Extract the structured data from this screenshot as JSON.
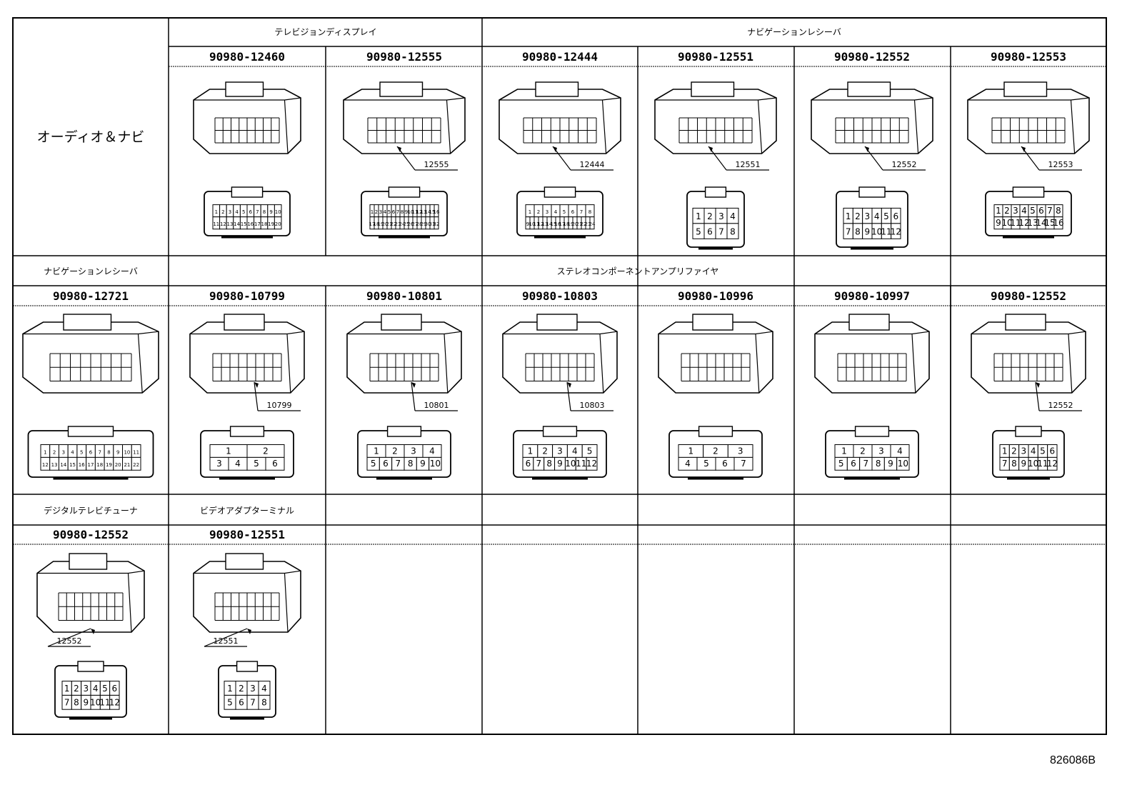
{
  "title_cell": "オーディオ＆ナビ",
  "row1": {
    "group_tv": "テレビジョンディスプレイ",
    "group_nav": "ナビゲーションレシーバ",
    "parts": [
      "90980-12460",
      "90980-12555",
      "90980-12444",
      "90980-12551",
      "90980-12552",
      "90980-12553"
    ],
    "callouts": [
      "",
      "12555",
      "12444",
      "12551",
      "12552",
      "12553"
    ]
  },
  "row2": {
    "group_nav": "ナビゲーションレシーバ",
    "group_amp": "ステレオコンポーネントアンプリファイヤ",
    "parts": [
      "90980-12721",
      "90980-10799",
      "90980-10801",
      "90980-10803",
      "90980-10996",
      "90980-10997",
      "90980-12552"
    ],
    "callouts": [
      "",
      "10799",
      "10801",
      "10803",
      "",
      "",
      "12552"
    ]
  },
  "row3": {
    "group_dtv": "デジタルテレビチューナ",
    "group_vid": "ビデオアダプターミナル",
    "parts": [
      "90980-12552",
      "90980-12551"
    ],
    "callouts": [
      "12552",
      "12551"
    ]
  },
  "figure_code": "826086B"
}
